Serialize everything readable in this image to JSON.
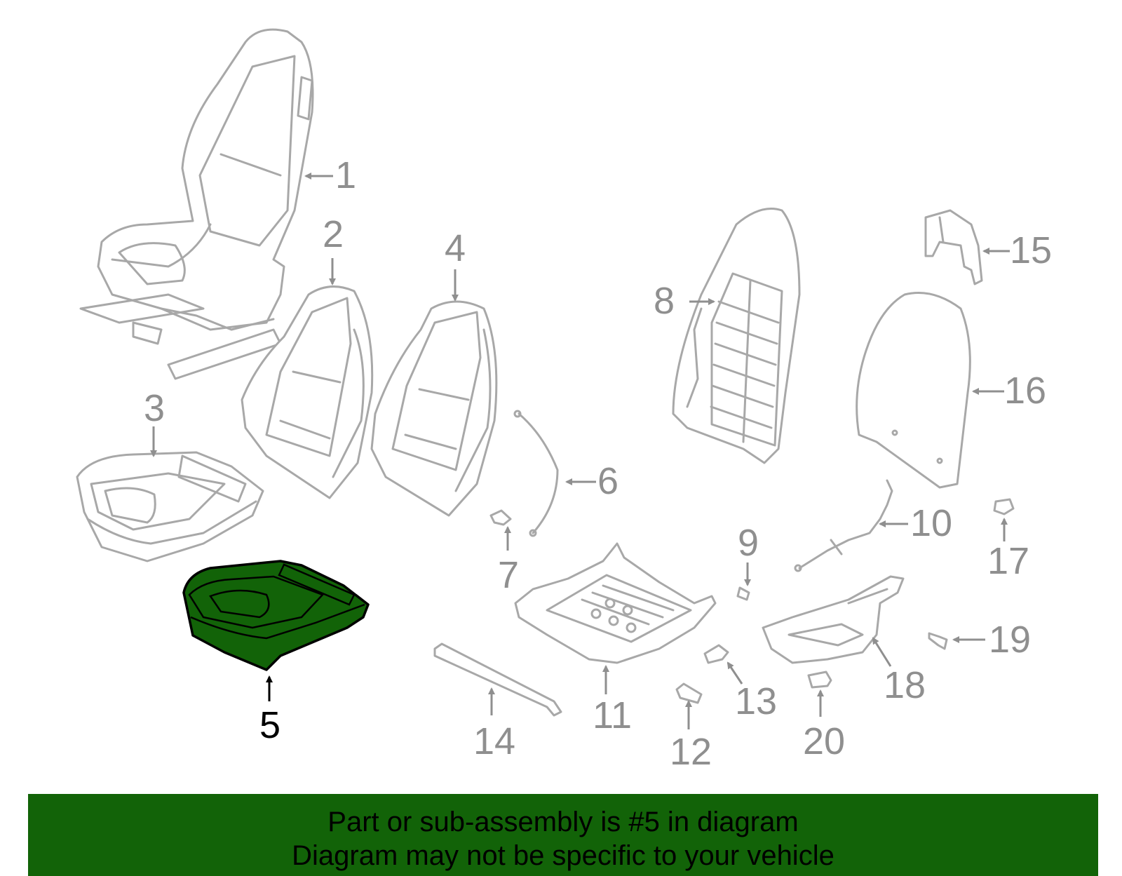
{
  "diagram": {
    "callouts": [
      "1",
      "2",
      "3",
      "4",
      "5",
      "6",
      "7",
      "8",
      "9",
      "10",
      "11",
      "12",
      "13",
      "14",
      "15",
      "16",
      "17",
      "18",
      "19",
      "20"
    ],
    "selected_part": "5",
    "colors": {
      "highlight": "#126308",
      "line": "#a8a8a8",
      "text": "#8f8f8f"
    }
  },
  "banner": {
    "line1": "Part or sub-assembly is #5 in diagram",
    "line2": "Diagram may not be specific to your vehicle"
  }
}
